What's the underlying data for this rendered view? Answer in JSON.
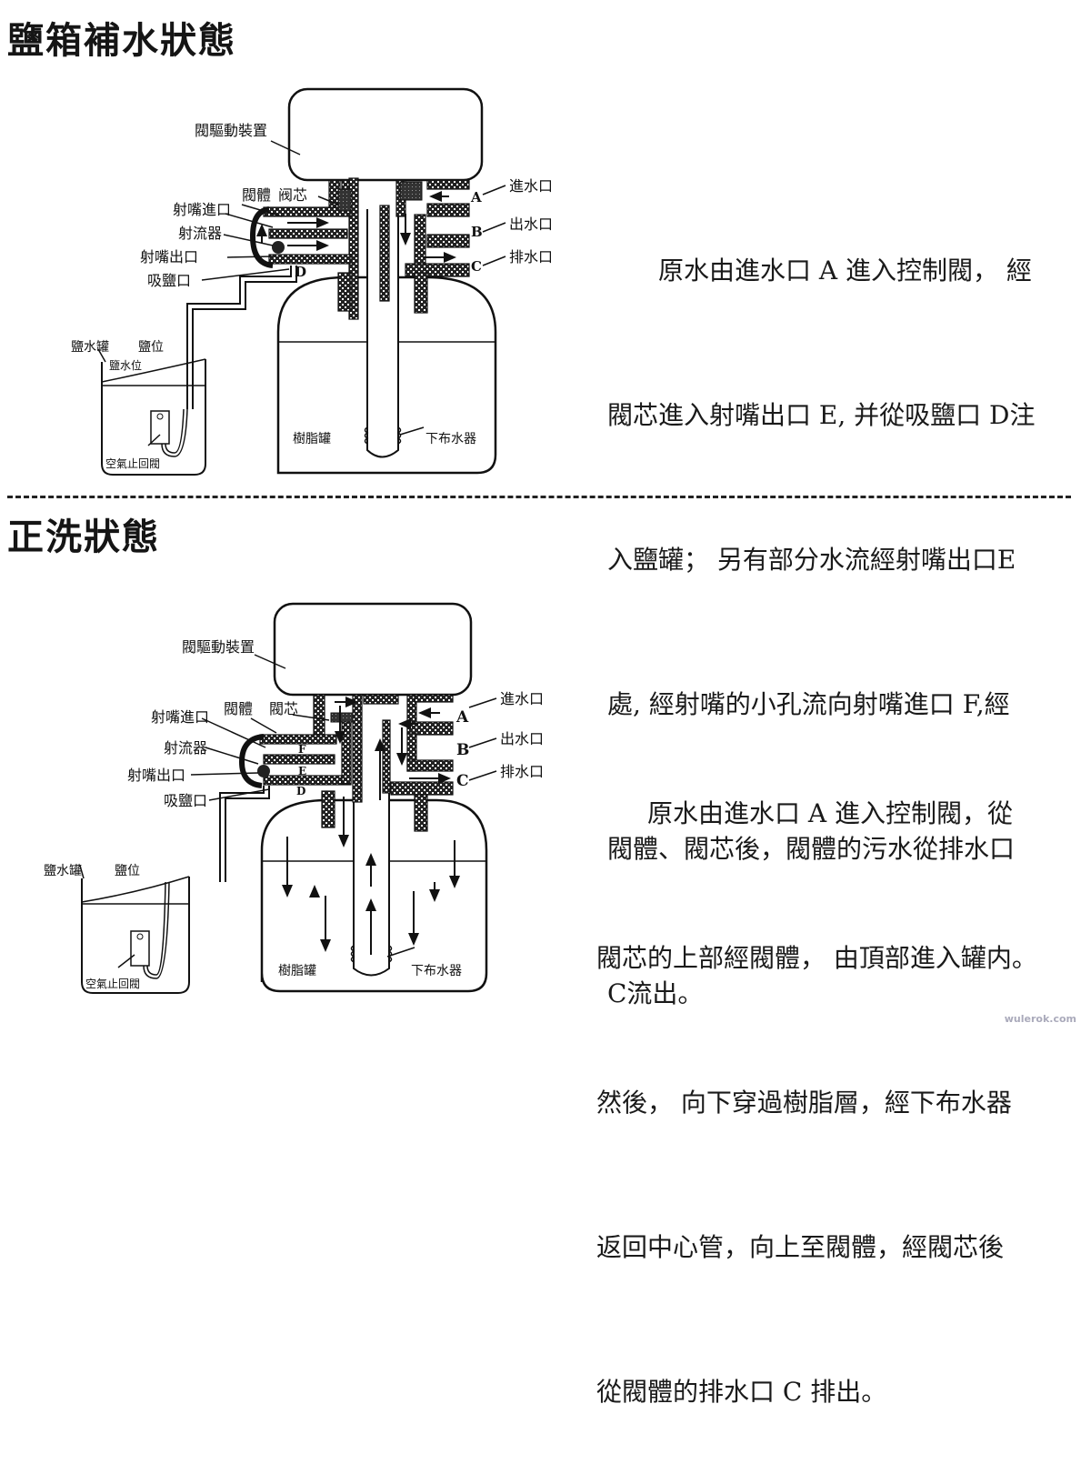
{
  "sections": [
    {
      "title": "鹽箱補水狀態",
      "labels": {
        "actuator": "閥驅動裝置",
        "valve_body": "閥體",
        "valve_core": "阀芯",
        "nozzle_inlet": "射嘴進口",
        "injector": "射流器",
        "nozzle_outlet": "射嘴出口",
        "brine_port": "吸鹽口",
        "inlet": "進水口",
        "outlet": "出水口",
        "drain": "排水口",
        "brine_tank": "鹽水罐",
        "salt_level": "鹽位",
        "brine_level": "鹽水位",
        "air_check_valve": "空氣止回閥",
        "resin_tank": "樹脂罐",
        "distributor": "下布水器",
        "port_a": "A",
        "port_b": "B",
        "port_c": "C",
        "port_d": "D"
      },
      "description": [
        "　　原水由進水口 A 進入控制閥， 經",
        "閥芯進入射嘴出口 E, 并從吸鹽口 D注",
        "入鹽罐； 另有部分水流經射嘴出口E",
        "處, 經射嘴的小孔流向射嘴進口 F,經",
        "閥體、閥芯後，閥體的污水從排水口",
        "C流出。"
      ]
    },
    {
      "title": "正洗狀態",
      "labels": {
        "actuator": "閥驅動裝置",
        "valve_body": "閥體",
        "valve_core": "閥芯",
        "nozzle_inlet": "射嘴進口",
        "injector": "射流器",
        "nozzle_outlet": "射嘴出口",
        "brine_port": "吸鹽口",
        "inlet": "進水口",
        "outlet": "出水口",
        "drain": "排水口",
        "brine_tank": "鹽水罐",
        "salt_level": "鹽位",
        "air_check_valve": "空氣止回閥",
        "resin_tank": "樹脂罐",
        "distributor": "下布水器",
        "port_a": "A",
        "port_b": "B",
        "port_c": "C",
        "port_d": "D",
        "port_e": "E",
        "port_f": "F"
      },
      "description": [
        "　　原水由進水口 A 進入控制閥，從",
        "閥芯的上部經閥體， 由頂部進入罐内。",
        "然後， 向下穿過樹脂層，經下布水器",
        "返回中心管，向上至閥體，經閥芯後",
        "從閥體的排水口 C 排出。"
      ]
    }
  ],
  "watermark": "wulerok.com"
}
